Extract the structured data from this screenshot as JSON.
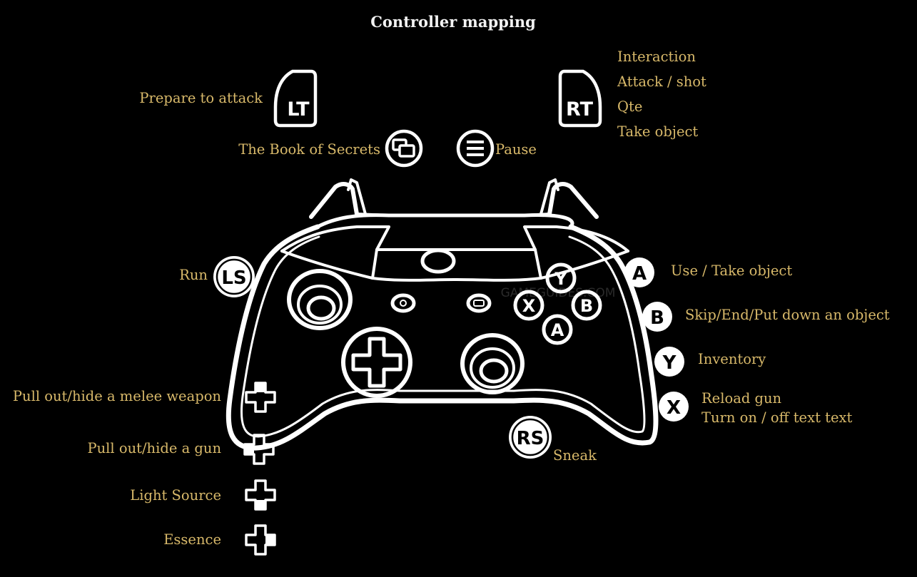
{
  "title": "Controller mapping",
  "watermark": "GAMEGUIDES.COM",
  "colors": {
    "label": "#d8b96a",
    "title": "#f2f2f2",
    "background": "#000000",
    "outline": "#ffffff"
  },
  "buttons": {
    "lt": {
      "glyph": "LT",
      "labels": [
        "Prepare to attack"
      ]
    },
    "rt": {
      "glyph": "RT",
      "labels": [
        "Interaction",
        "Attack / shot",
        "Qte",
        "Take object"
      ]
    },
    "view": {
      "labels": [
        "The Book of Secrets"
      ]
    },
    "menu": {
      "labels": [
        "Pause"
      ]
    },
    "ls": {
      "glyph": "LS",
      "labels": [
        "Run"
      ]
    },
    "rs": {
      "glyph": "RS",
      "labels": [
        "Sneak"
      ]
    },
    "a": {
      "glyph": "A",
      "labels": [
        "Use / Take object"
      ]
    },
    "b": {
      "glyph": "B",
      "labels": [
        "Skip/End/Put down an object"
      ]
    },
    "y": {
      "glyph": "Y",
      "labels": [
        "Inventory"
      ]
    },
    "x": {
      "glyph": "X",
      "labels": [
        "Reload gun",
        "Turn on / off text text"
      ]
    },
    "dpad_up": {
      "labels": [
        "Pull out/hide a melee weapon"
      ]
    },
    "dpad_left": {
      "labels": [
        "Pull out/hide a gun"
      ]
    },
    "dpad_down": {
      "labels": [
        "Light Source"
      ]
    },
    "dpad_right": {
      "labels": [
        "Essence"
      ]
    }
  },
  "controller_face": {
    "y": "Y",
    "x": "X",
    "b": "B",
    "a": "A"
  }
}
